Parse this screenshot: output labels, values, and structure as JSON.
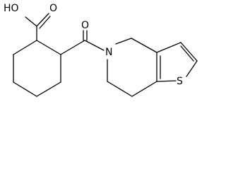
{
  "molecule": {
    "atoms": {
      "hydroxyl": "HO",
      "carboxyl_oxygen": "O",
      "amide_oxygen": "O",
      "nitrogen": "N",
      "sulfur": "S"
    }
  }
}
